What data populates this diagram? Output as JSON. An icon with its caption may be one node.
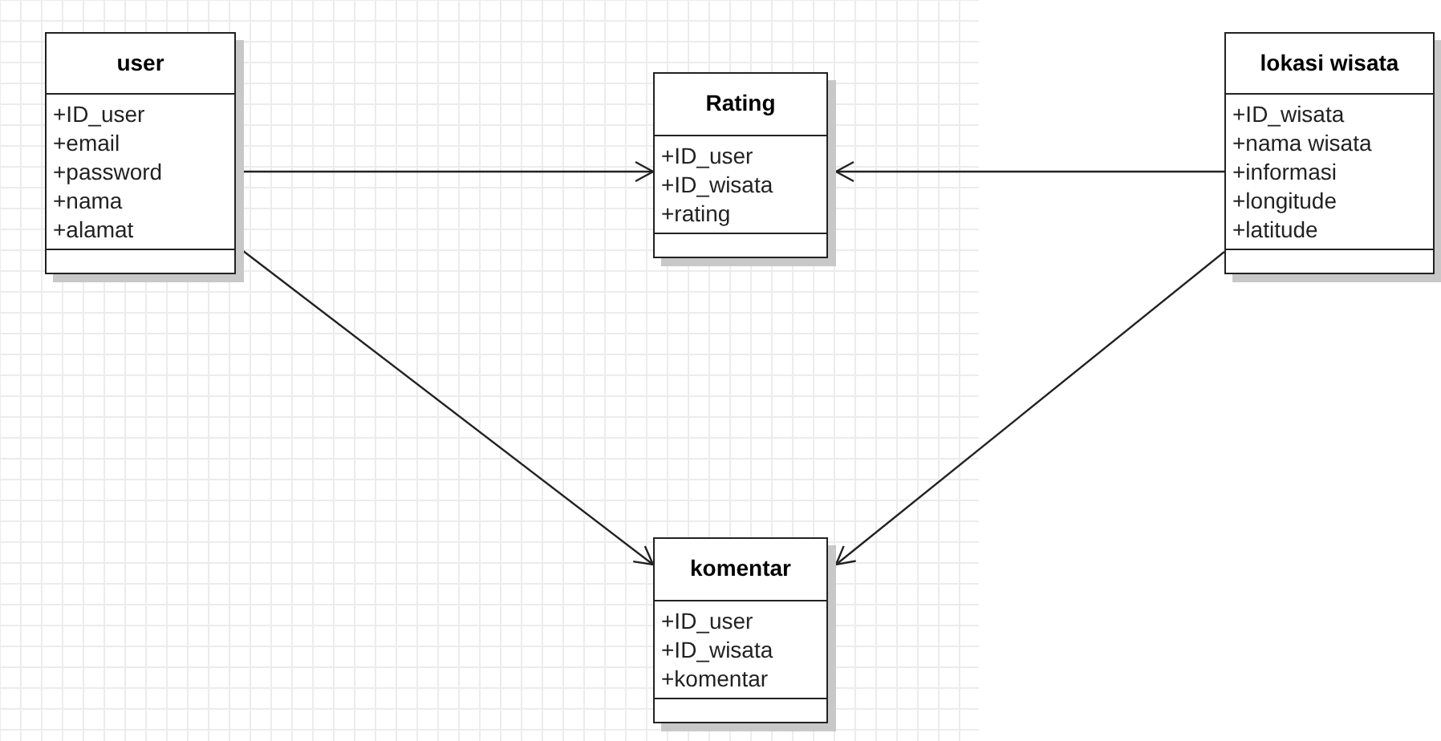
{
  "diagram": {
    "nodes": [
      {
        "text": [
          "user",
          "+ID_user",
          "+email",
          "+password",
          "+nama",
          "+alamat"
        ]
      },
      {
        "text": [
          "Rating",
          "+ID_user",
          "+ID_wisata",
          "+rating"
        ]
      },
      {
        "text": [
          "lokasi wisata",
          "+ID_wisata",
          "+nama wisata",
          "+informasi",
          "+longitude",
          "+latitude"
        ]
      },
      {
        "text": [
          "komentar",
          "+ID_user",
          "+ID_wisata",
          "+komentar"
        ]
      }
    ],
    "edges": [
      {
        "from": 0,
        "to": 1,
        "arrow": "to"
      },
      {
        "from": 2,
        "to": 1,
        "arrow": "to"
      },
      {
        "from": 0,
        "to": 3,
        "arrow": "to"
      },
      {
        "from": 2,
        "to": 3,
        "arrow": "to"
      }
    ]
  }
}
